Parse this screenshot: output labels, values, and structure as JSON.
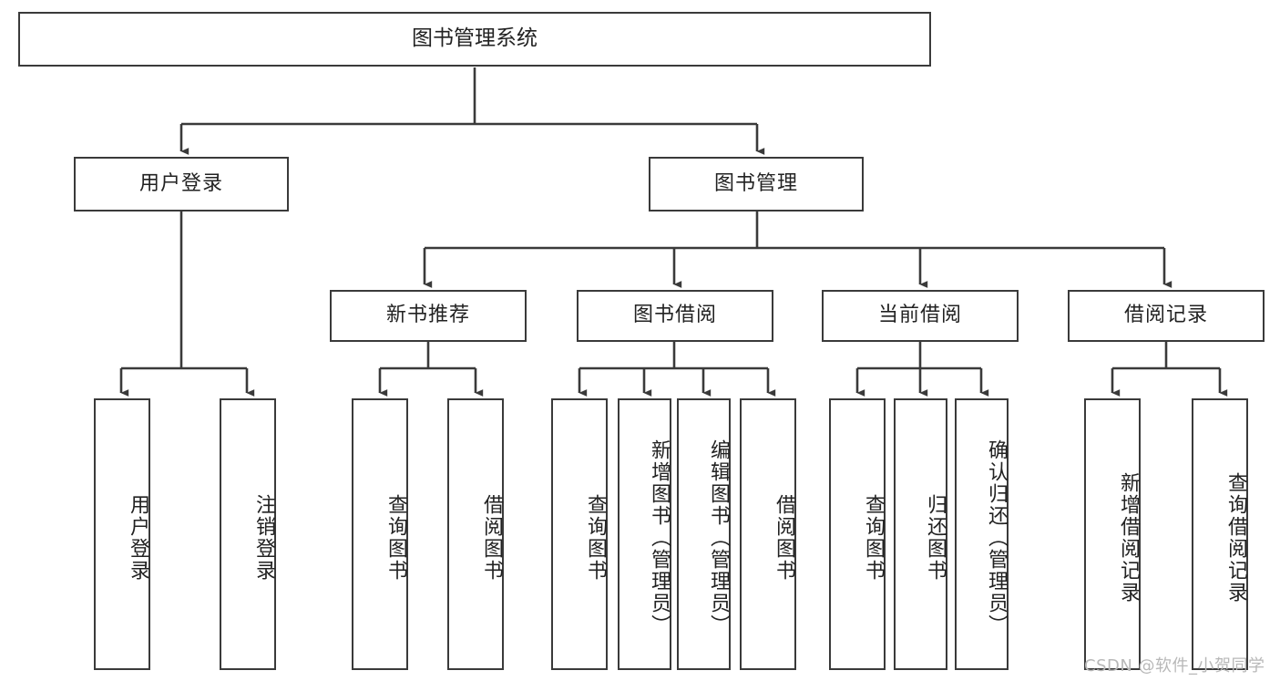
{
  "diagram": {
    "title": "图书管理系统",
    "type": "hierarchy-tree",
    "root": {
      "label": "图书管理系统"
    },
    "level2": [
      {
        "label": "用户登录"
      },
      {
        "label": "图书管理"
      }
    ],
    "level3": [
      {
        "label": "新书推荐"
      },
      {
        "label": "图书借阅"
      },
      {
        "label": "当前借阅"
      },
      {
        "label": "借阅记录"
      }
    ],
    "leaves": {
      "user_login": [
        {
          "label": "用户登录"
        },
        {
          "label": "注销登录"
        }
      ],
      "new_book_rec": [
        {
          "label": "查询图书"
        },
        {
          "label": "借阅图书"
        }
      ],
      "book_borrow": [
        {
          "label": "查询图书"
        },
        {
          "label": "新增图书（管理员）"
        },
        {
          "label": "编辑图书（管理员）"
        },
        {
          "label": "借阅图书"
        }
      ],
      "current_borrow": [
        {
          "label": "查询图书"
        },
        {
          "label": "归还图书"
        },
        {
          "label": "确认归还（管理员）"
        }
      ],
      "borrow_record": [
        {
          "label": "新增借阅记录"
        },
        {
          "label": "查询借阅记录"
        }
      ]
    }
  },
  "watermark": {
    "text": "CSDN @软件_小贺同学"
  },
  "colors": {
    "border": "#3a3a3a",
    "text": "#222222",
    "background": "#ffffff",
    "watermark": "#b8b8b8"
  }
}
